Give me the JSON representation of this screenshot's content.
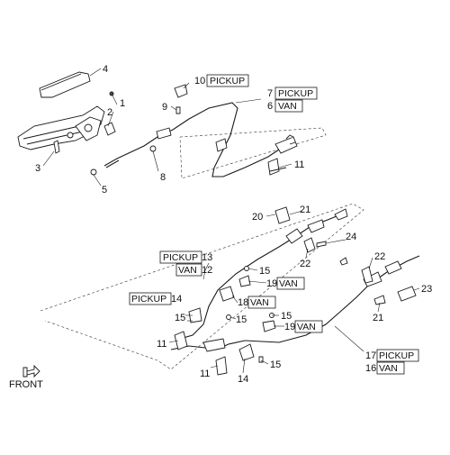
{
  "callouts": {
    "c1": "1",
    "c2": "2",
    "c3": "3",
    "c4": "4",
    "c5": "5",
    "c8": "8",
    "c9": "9",
    "c10": "10",
    "c10_tag": "PICKUP",
    "c7": "7",
    "c7_tag": "PICKUP",
    "c6": "6",
    "c6_tag": "VAN",
    "c11_top": "11",
    "c20": "20",
    "c21_top": "21",
    "c22_top": "22",
    "c24": "24",
    "c22_right": "22",
    "c23": "23",
    "c21_right": "21",
    "c13": "13",
    "c13_tag": "PICKUP",
    "c12": "12",
    "c12_tag": "VAN",
    "c15_a": "15",
    "c19_a": "19",
    "c19_a_tag": "VAN",
    "c18": "18",
    "c18_tag": "VAN",
    "c14_top": "14",
    "c14_top_tag": "PICKUP",
    "c15_b": "15",
    "c15_c": "15",
    "c19_b": "19",
    "c19_b_tag": "VAN",
    "c17": "17",
    "c17_tag": "PICKUP",
    "c16": "16",
    "c16_tag": "VAN",
    "c11_left": "11",
    "c11_bottom": "11",
    "c14_bottom": "14",
    "c15_bottom": "15"
  },
  "front_label": "FRONT",
  "icons": {
    "front_arrow": "front-arrow-icon"
  }
}
